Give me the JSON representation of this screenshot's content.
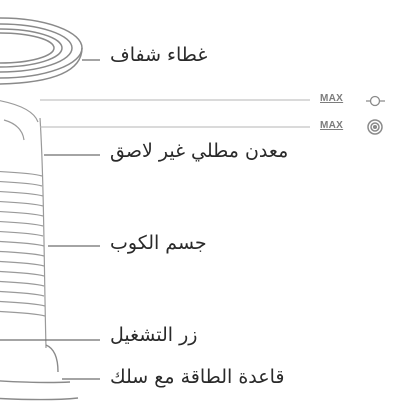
{
  "labels": {
    "transparent_lid": "غطاء شفاف",
    "non_stick_coating": "معدن مطلي غير لاصق",
    "cup_body": "جسم الكوب",
    "power_button": "زر التشغيل",
    "power_base": "قاعدة الطاقة مع سلك"
  },
  "max_indicators": [
    {
      "text": "MAX",
      "icon": "whisk-small-icon"
    },
    {
      "text": "MAX",
      "icon": "whisk-large-icon"
    }
  ],
  "colors": {
    "outline": "#8a8a8a",
    "label": "#2a2a2a",
    "leader": "#6d6d6d"
  }
}
